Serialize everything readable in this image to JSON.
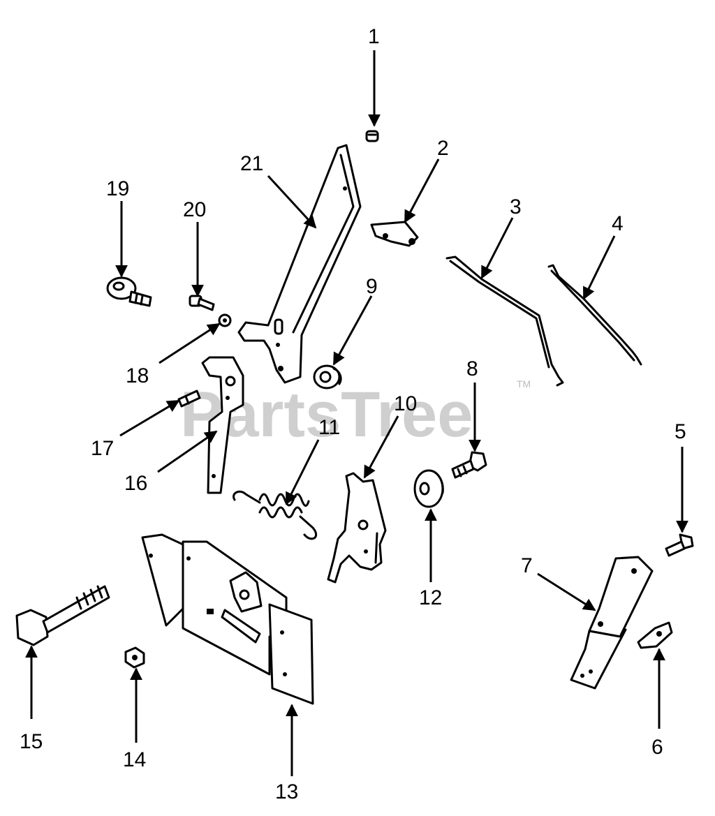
{
  "watermark": {
    "text": "PartsTree",
    "trademark": "TM"
  },
  "callouts": [
    "1",
    "2",
    "3",
    "4",
    "5",
    "6",
    "7",
    "8",
    "9",
    "10",
    "11",
    "12",
    "13",
    "14",
    "15",
    "16",
    "17",
    "18",
    "19",
    "20",
    "21"
  ]
}
